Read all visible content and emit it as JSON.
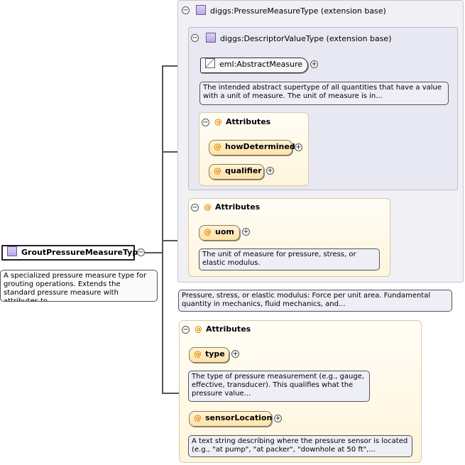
{
  "root": {
    "label": "GroutPressureMeasureType",
    "doc": "A specialized pressure measure type for grouting operations. Extends the standard pressure measure with attributes to..."
  },
  "base": {
    "title": "diggs:PressureMeasureType (extension base)",
    "doc": "Pressure, stress, or elastic modulus: Force per unit area. Fundamental quantity in mechanics, fluid mechanics, and...",
    "inner": {
      "title": "diggs:DescriptorValueType (extension base)",
      "element": {
        "label": "eml:AbstractMeasure",
        "doc": "The intended abstract supertype of all quantities that have a value with a unit of measure. The unit of measure is in..."
      },
      "attributes": {
        "header": "Attributes",
        "items": [
          {
            "label": "howDetermined"
          },
          {
            "label": "qualifier"
          }
        ]
      }
    },
    "attributes": {
      "header": "Attributes",
      "items": [
        {
          "label": "uom",
          "doc": "The unit of measure for pressure, stress, or elastic modulus."
        }
      ]
    }
  },
  "own_attributes": {
    "header": "Attributes",
    "items": [
      {
        "label": "type",
        "doc": "The type of pressure measurement (e.g., gauge, effective, transducer). This qualifies what the pressure value..."
      },
      {
        "label": "sensorLocation",
        "doc": "A text string describing where the pressure sensor is located (e.g., \"at pump\", \"at packer\", \"downhole at 50 ft\",..."
      }
    ]
  },
  "glyphs": {
    "collapse": "−",
    "expand": "+",
    "attribute": "@"
  }
}
